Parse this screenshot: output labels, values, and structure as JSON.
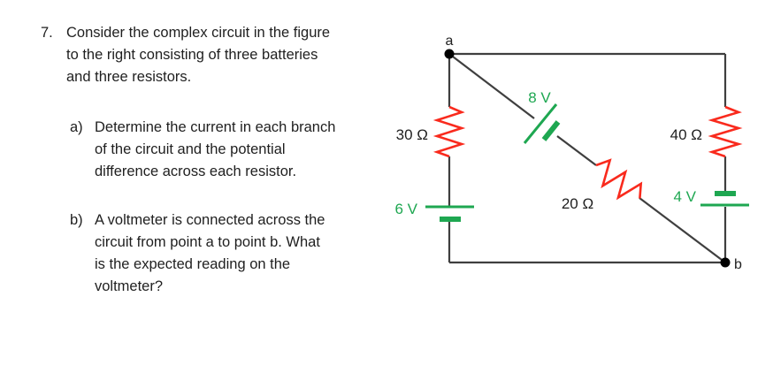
{
  "problem": {
    "number": "7.",
    "intro": "Consider the complex circuit in the figure\nto the right consisting of three batteries\nand three resistors.",
    "parts": [
      {
        "label": "a)",
        "text": "Determine the current in each branch\nof the circuit and the potential\ndifference across each resistor."
      },
      {
        "label": "b)",
        "text": "A voltmeter is connected across the\ncircuit from point a to point b. What\nis the expected reading on the\nvoltmeter?"
      }
    ]
  },
  "circuit": {
    "nodes": {
      "a": "a",
      "b": "b"
    },
    "resistors": {
      "left": "30 Ω",
      "right": "40 Ω",
      "diagonal": "20 Ω"
    },
    "batteries": {
      "left": "6 V",
      "diagonal": "8 V",
      "right": "4 V"
    },
    "colors": {
      "wire": "#3f3f3f",
      "resistor": "#f92a1d",
      "battery": "#1ea751",
      "text": "#1f1f1f",
      "node": "#000000"
    }
  }
}
